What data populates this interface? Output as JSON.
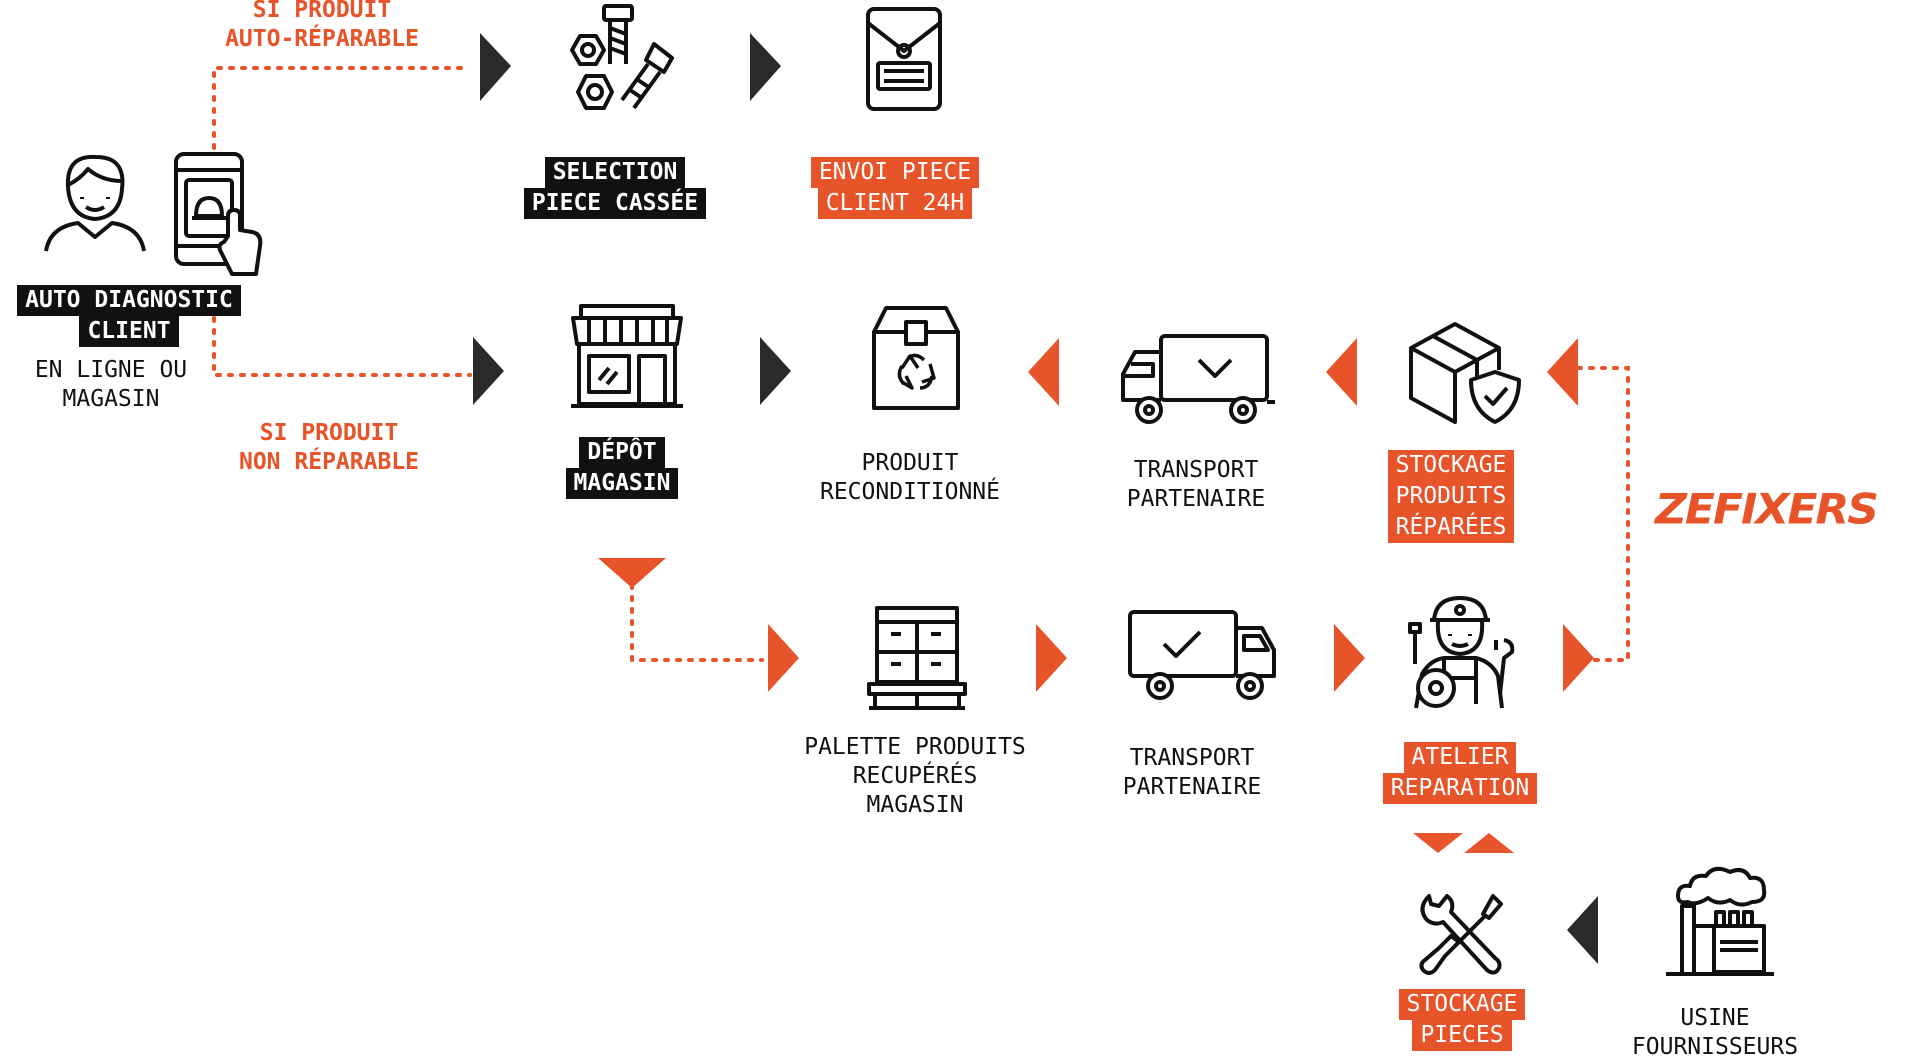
{
  "branch_labels": {
    "repairable": [
      "SI PRODUIT",
      "AUTO-RÉPARABLE"
    ],
    "non_repairable": [
      "SI PRODUIT",
      "NON RÉPARABLE"
    ]
  },
  "nodes": {
    "client": {
      "title": [
        "AUTO DIAGNOSTIC",
        "CLIENT"
      ],
      "caption": [
        "EN LIGNE OU",
        "MAGASIN"
      ]
    },
    "selection": {
      "title": [
        "SELECTION",
        "PIECE CASSÉE"
      ]
    },
    "envoi": {
      "title": [
        "ENVOI PIECE",
        "CLIENT 24H"
      ]
    },
    "depot": {
      "title": [
        "DÉPÔT",
        "MAGASIN"
      ]
    },
    "produit": {
      "caption": [
        "PRODUIT",
        "RECONDITIONNÉ"
      ]
    },
    "transport_top": {
      "caption": [
        "TRANSPORT",
        "PARTENAIRE"
      ]
    },
    "stockage_produits": {
      "title": [
        "STOCKAGE",
        "PRODUITS",
        "RÉPARÉES"
      ]
    },
    "palette": {
      "caption": [
        "PALETTE PRODUITS",
        "RECUPÉRÉS",
        "MAGASIN"
      ]
    },
    "transport_bottom": {
      "caption": [
        "TRANSPORT",
        "PARTENAIRE"
      ]
    },
    "atelier": {
      "title": [
        "ATELIER",
        "REPARATION"
      ]
    },
    "stockage_pieces": {
      "title": [
        "STOCKAGE",
        "PIECES"
      ]
    },
    "usine": {
      "caption": [
        "USINE",
        "FOURNISSEURS"
      ]
    }
  },
  "logo": "ZEFIXERS",
  "colors": {
    "accent": "#e8542a",
    "dark": "#111111"
  }
}
